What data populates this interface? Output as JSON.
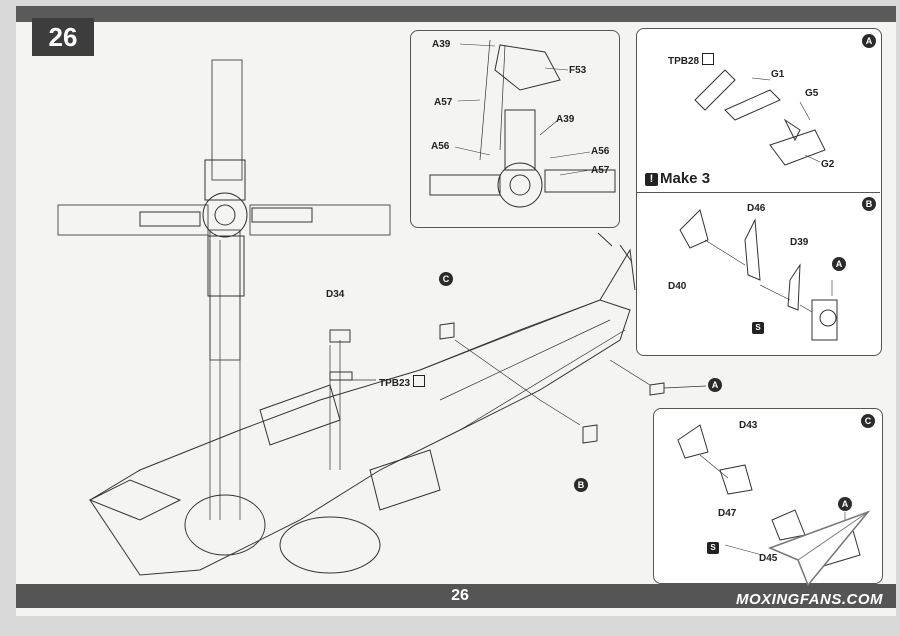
{
  "page": {
    "step_number": "26",
    "footer_page_number": "26",
    "watermark": "MOXINGFANS.COM"
  },
  "main": {
    "d34": "D34",
    "tpb23": "TPB23",
    "callout_c": "C",
    "callout_a": "A",
    "callout_b": "B"
  },
  "rotor_inset": {
    "labels": [
      "A39",
      "F53",
      "A57",
      "A39",
      "A56",
      "A56",
      "A57"
    ]
  },
  "panel_a": {
    "badge": "A",
    "tpb28": "TPB28",
    "g1": "G1",
    "g5": "G5",
    "g2": "G2",
    "make": "Make 3"
  },
  "panel_b": {
    "badge": "B",
    "d46": "D46",
    "d39": "D39",
    "d40": "D40",
    "sub_a": "A",
    "glue_icon": "S"
  },
  "panel_c": {
    "badge": "C",
    "d43": "D43",
    "d47": "D47",
    "d45": "D45",
    "sub_a": "A",
    "glue_icon": "S"
  },
  "colors": {
    "ink": "#2b2b2b",
    "paper": "#f4f4f2",
    "band": "#555555"
  }
}
